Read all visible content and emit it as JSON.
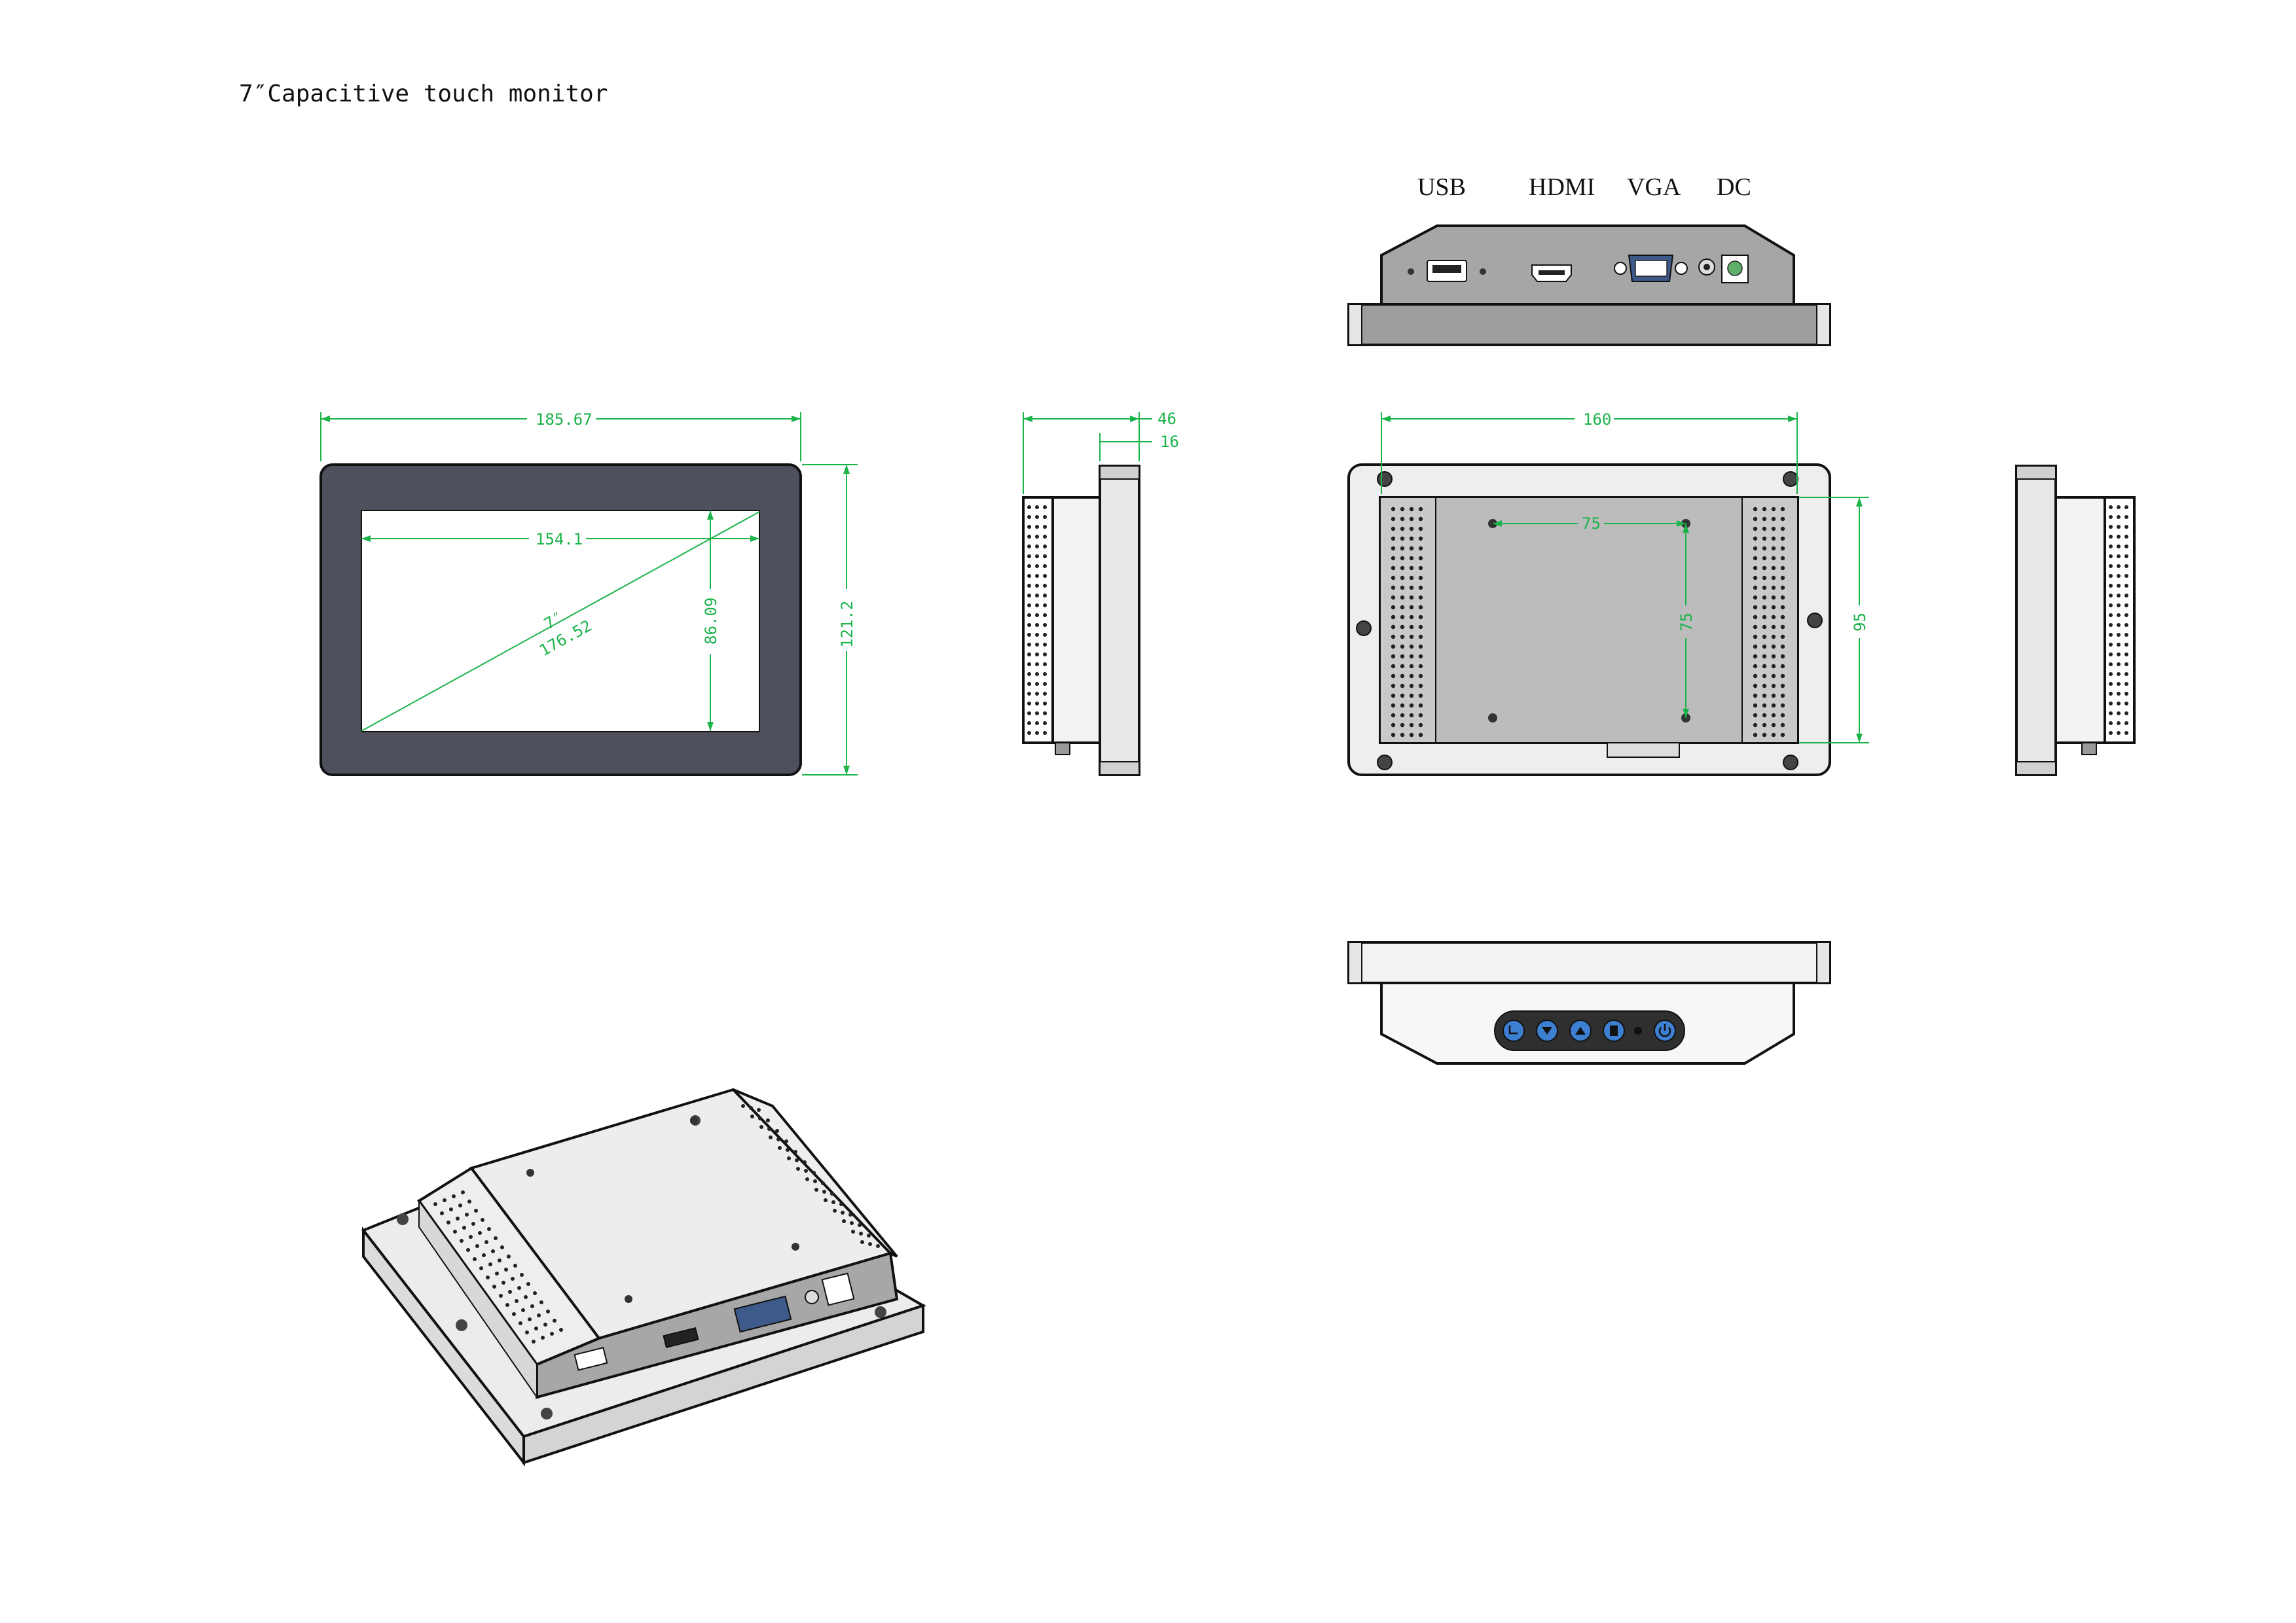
{
  "title": "7″Capacitive touch monitor",
  "ports": [
    "USB",
    "HDMI",
    "VGA",
    "DC"
  ],
  "front_view": {
    "overall_width": "185.67",
    "active_width": "154.1",
    "diagonal_inch": "7″",
    "diagonal": "176.52",
    "active_height": "86.09",
    "overall_height": "121.2"
  },
  "side_view": {
    "depth_total": "46",
    "depth_frame": "16"
  },
  "rear_view": {
    "width": "160",
    "vesa_h": "75",
    "vesa_v": "75",
    "height": "95"
  },
  "colors": {
    "dimension": "#1bb34a",
    "bezel": "#4f505e",
    "housing": "#bdbdbd",
    "frame": "#9d9d9d",
    "button_blue": "#3d7fd1",
    "outline": "#111111"
  },
  "icons": [
    "usb-port-icon",
    "hdmi-port-icon",
    "vga-port-icon",
    "audio-jack-icon",
    "dc-jack-icon",
    "osd-button-icon",
    "power-button-icon"
  ]
}
